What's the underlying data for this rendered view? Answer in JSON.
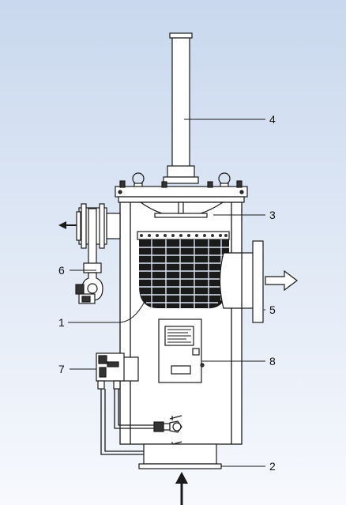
{
  "colors": {
    "bg_top": "#c9d8ee",
    "bg_bottom": "#f7f9fd",
    "outline": "#1a1a1a",
    "metal": "#ffffff",
    "screen": "#1a1a1a"
  },
  "callouts": [
    {
      "id": "1",
      "text": "1"
    },
    {
      "id": "2",
      "text": "2"
    },
    {
      "id": "3",
      "text": "3"
    },
    {
      "id": "4",
      "text": "4"
    },
    {
      "id": "5",
      "text": "5"
    },
    {
      "id": "6",
      "text": "6"
    },
    {
      "id": "7",
      "text": "7"
    },
    {
      "id": "8",
      "text": "8"
    }
  ],
  "flows": [
    {
      "id": "inlet",
      "direction": "up"
    },
    {
      "id": "outlet",
      "direction": "right"
    },
    {
      "id": "drain",
      "direction": "left"
    }
  ]
}
